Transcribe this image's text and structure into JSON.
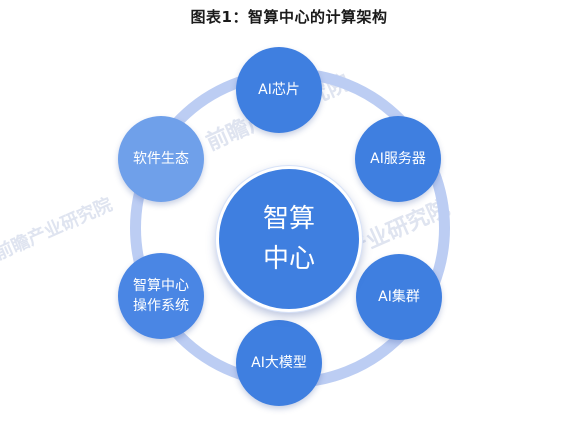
{
  "title": "图表1：智算中心的计算架构",
  "watermark": "前瞻产业研究院",
  "center": {
    "line1": "智算",
    "line2": "中心"
  },
  "nodes": [
    {
      "id": "ai-chip",
      "label": "AI芯片",
      "color": "#3f7fe0"
    },
    {
      "id": "ai-server",
      "label": "AI服务器",
      "color": "#3f7fe0"
    },
    {
      "id": "ai-cluster",
      "label": "AI集群",
      "color": "#3f7fe0"
    },
    {
      "id": "ai-model",
      "label": "AI大模型",
      "color": "#3f7fe0"
    },
    {
      "id": "os",
      "label_line1": "智算中心",
      "label_line2": "操作系统",
      "color": "#4a86e4"
    },
    {
      "id": "ecosystem",
      "label": "软件生态",
      "color": "#6fa0ea"
    }
  ],
  "colors": {
    "ring": "#bccdf3",
    "primary": "#3f7fe0"
  }
}
